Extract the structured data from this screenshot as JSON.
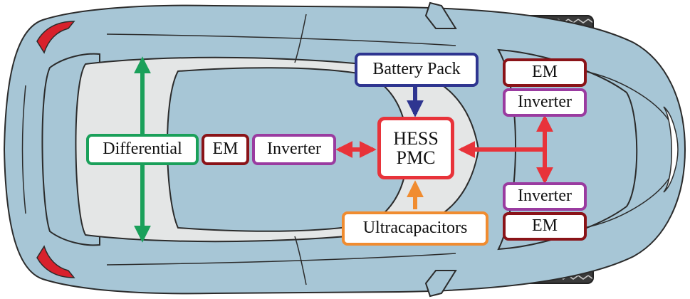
{
  "colors": {
    "body": "#a7c6d6",
    "body_outline": "#2b2b2b",
    "cabin": "#e4e6e6",
    "glass": "#a7c6d6",
    "tire": "#3a3a3a",
    "taillight": "#d8212c",
    "arrow_green": "#1aa05a",
    "arrow_red": "#e8333a",
    "arrow_blue": "#2e3590",
    "arrow_orange": "#f08c30"
  },
  "components": {
    "differential": {
      "label": "Differential",
      "color": "#1aa05a"
    },
    "em_rear": {
      "label": "EM",
      "color": "#8a1318"
    },
    "inverter_rear": {
      "label": "Inverter",
      "color": "#9a3ba0"
    },
    "battery_pack": {
      "label": "Battery Pack",
      "color": "#2e3590"
    },
    "hess": {
      "line1": "HESS",
      "line2": "PMC",
      "color": "#e8333a"
    },
    "ultracapacitors": {
      "label": "Ultracapacitors",
      "color": "#f08c30"
    },
    "em_front_top": {
      "label": "EM",
      "color": "#8a1318"
    },
    "inverter_front_top": {
      "label": "Inverter",
      "color": "#9a3ba0"
    },
    "inverter_front_bottom": {
      "label": "Inverter",
      "color": "#9a3ba0"
    },
    "em_front_bottom": {
      "label": "EM",
      "color": "#8a1318"
    }
  }
}
